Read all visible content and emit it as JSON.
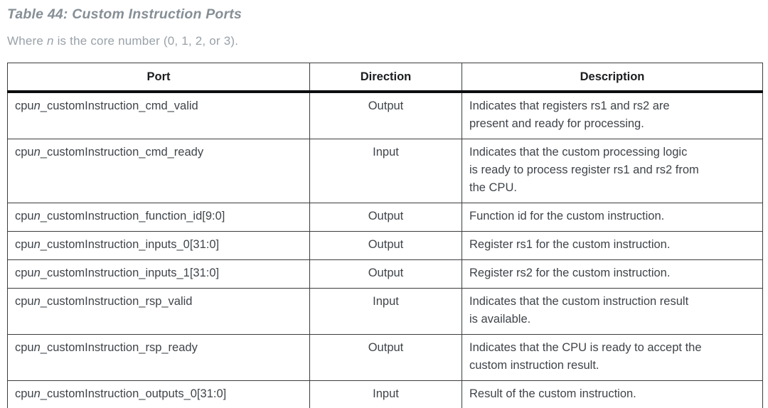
{
  "page": {
    "title": "Table 44: Custom Instruction Ports",
    "subtitle_prefix": "Where ",
    "subtitle_var": "n",
    "subtitle_suffix": " is the core number (0, 1, 2, or 3)."
  },
  "colors": {
    "caption_gray": "#868F96",
    "subcaption_gray": "#99A1A8",
    "body_text": "#3F4449",
    "header_text": "#1B1D1F",
    "grid_line": "#3A3C3E",
    "header_rule": "#0C0D0E",
    "background": "#FFFFFF"
  },
  "table": {
    "columns": [
      "Port",
      "Direction",
      "Description"
    ],
    "port_prefix": "cpu",
    "port_core_symbol": "n",
    "rows": [
      {
        "port_suffix": "_customInstruction_cmd_valid",
        "direction": "Output",
        "description": "Indicates that registers rs1 and rs2 are\npresent and ready for processing."
      },
      {
        "port_suffix": "_customInstruction_cmd_ready",
        "direction": "Input",
        "description": "Indicates that the custom processing logic\nis ready to process register rs1 and rs2 from\nthe CPU."
      },
      {
        "port_suffix": "_customInstruction_function_id[9:0]",
        "direction": "Output",
        "description": "Function id for the custom instruction."
      },
      {
        "port_suffix": "_customInstruction_inputs_0[31:0]",
        "direction": "Output",
        "description": "Register rs1 for the custom instruction."
      },
      {
        "port_suffix": "_customInstruction_inputs_1[31:0]",
        "direction": "Output",
        "description": "Register rs2 for the custom instruction."
      },
      {
        "port_suffix": "_customInstruction_rsp_valid",
        "direction": "Input",
        "description": "Indicates that the custom instruction result\nis available."
      },
      {
        "port_suffix": "_customInstruction_rsp_ready",
        "direction": "Output",
        "description": "Indicates that the CPU is ready to accept the\ncustom instruction result."
      },
      {
        "port_suffix": "_customInstruction_outputs_0[31:0]",
        "direction": "Input",
        "description": "Result of the custom instruction."
      }
    ]
  }
}
